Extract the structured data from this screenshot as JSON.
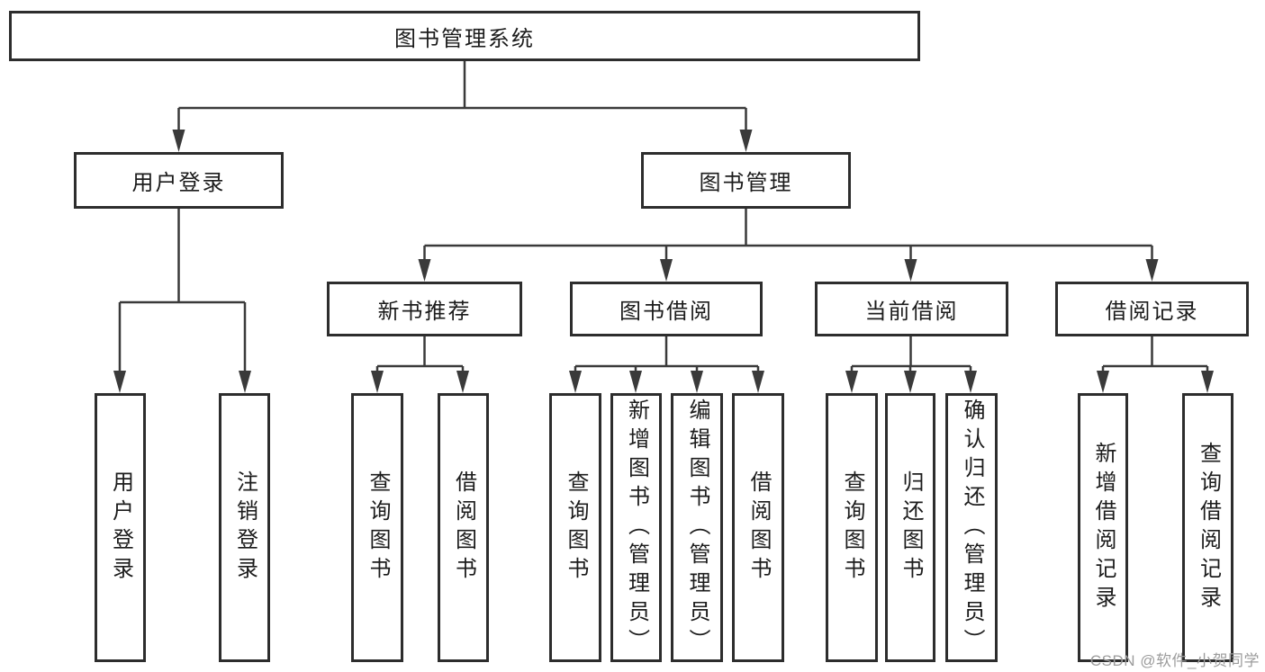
{
  "colors": {
    "background": "#ffffff",
    "node_border": "#2d2d2d",
    "connector_line": "#3a3a3a",
    "text": "#1c1c1c",
    "watermark": "#9c9c9c"
  },
  "tree": {
    "root": {
      "label": "图书管理系统"
    },
    "level1": [
      {
        "label": "用户登录"
      },
      {
        "label": "图书管理"
      }
    ],
    "level2": [
      {
        "label": "新书推荐"
      },
      {
        "label": "图书借阅"
      },
      {
        "label": "当前借阅"
      },
      {
        "label": "借阅记录"
      }
    ],
    "leaves": {
      "user_login": [
        {
          "label": "用户登录"
        },
        {
          "label": "注销登录"
        }
      ],
      "new_book": [
        {
          "label": "查询图书"
        },
        {
          "label": "借阅图书"
        }
      ],
      "book_borrow": [
        {
          "label": "查询图书"
        },
        {
          "label": "新增图书（管理员）"
        },
        {
          "label": "编辑图书（管理员）"
        },
        {
          "label": "借阅图书"
        }
      ],
      "current_borrow": [
        {
          "label": "查询图书"
        },
        {
          "label": "归还图书"
        },
        {
          "label": "确认归还（管理员）"
        }
      ],
      "borrow_record": [
        {
          "label": "新增借阅记录"
        },
        {
          "label": "查询借阅记录"
        }
      ]
    }
  },
  "watermark": {
    "text": "CSDN @软件_小贺同学"
  }
}
